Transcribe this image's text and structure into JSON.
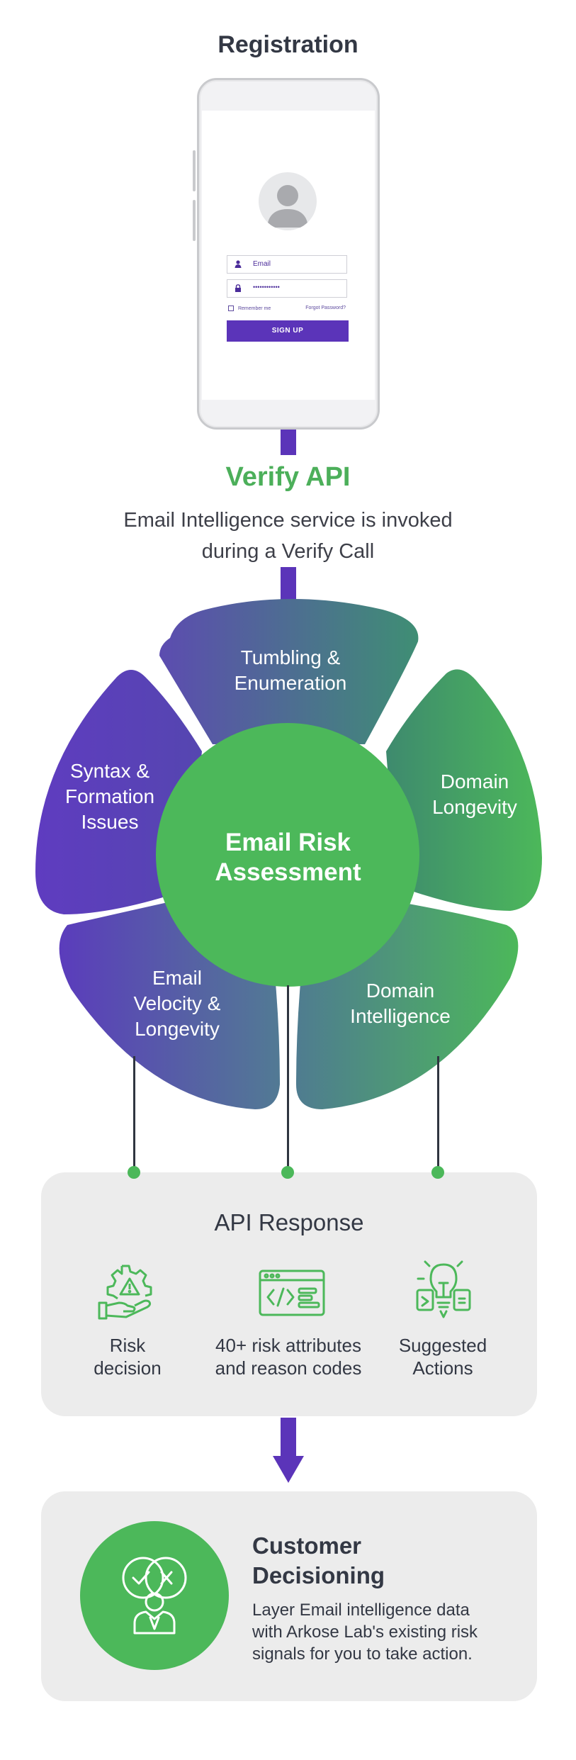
{
  "registration": {
    "title": "Registration",
    "email_label": "Email",
    "password_mask": "••••••••••••",
    "remember_me": "Remember me",
    "forgot_password": "Forgot Password?",
    "signup_label": "SIGN UP"
  },
  "verify": {
    "title": "Verify API",
    "description_line1": "Email Intelligence service is invoked",
    "description_line2": "during a Verify Call"
  },
  "assessment": {
    "center_line1": "Email Risk",
    "center_line2": "Assessment",
    "petals": [
      {
        "line1": "Tumbling &",
        "line2": "Enumeration"
      },
      {
        "line1": "Domain",
        "line2": "Longevity"
      },
      {
        "line1": "Domain",
        "line2": "Intelligence"
      },
      {
        "line1": "Email",
        "line2": "Velocity &",
        "line3": "Longevity"
      },
      {
        "line1": "Syntax &",
        "line2": "Formation",
        "line3": "Issues"
      }
    ]
  },
  "api_response": {
    "title": "API Response",
    "items": [
      {
        "line1": "Risk",
        "line2": "decision",
        "icon": "gear-warning-hand-icon"
      },
      {
        "line1": "40+ risk attributes",
        "line2": "and reason codes",
        "icon": "code-window-icon"
      },
      {
        "line1": "Suggested",
        "line2": "Actions",
        "icon": "lightbulb-icon"
      }
    ]
  },
  "customer": {
    "title_line1": "Customer",
    "title_line2": "Decisioning",
    "desc_line1": "Layer Email intelligence data",
    "desc_line2": "with Arkose Lab's existing risk",
    "desc_line3": "signals for you to take action.",
    "icon": "decision-person-icon"
  },
  "colors": {
    "purple": "#5b34b9",
    "green": "#4cb85a",
    "panel": "#ececec",
    "text": "#333844"
  }
}
